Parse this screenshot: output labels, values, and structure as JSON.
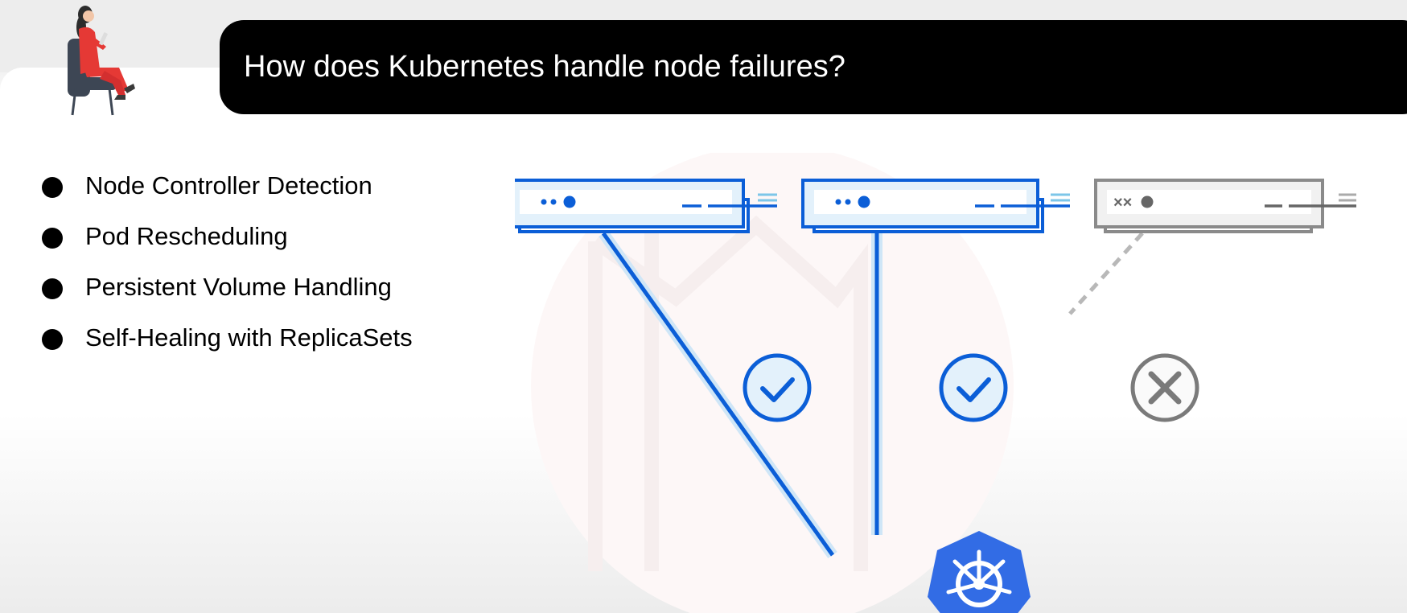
{
  "slide": {
    "title": "How does Kubernetes handle node failures?"
  },
  "bullets": [
    "Node Controller Detection",
    "Pod Rescheduling",
    "Persistent Volume Handling",
    "Self-Healing with ReplicaSets"
  ],
  "diagram": {
    "nodes": [
      {
        "status": "healthy",
        "indicator": "check-icon"
      },
      {
        "status": "healthy",
        "indicator": "check-icon"
      },
      {
        "status": "failed",
        "indicator": "x-icon"
      }
    ],
    "control_plane_icon": "kubernetes-helm-icon"
  },
  "colors": {
    "accent_blue": "#0b5ed7",
    "light_blue": "#e3f1fb",
    "failed_gray": "#7a7a7a",
    "title_bg": "#000000",
    "k8s_blue": "#326ce5"
  }
}
